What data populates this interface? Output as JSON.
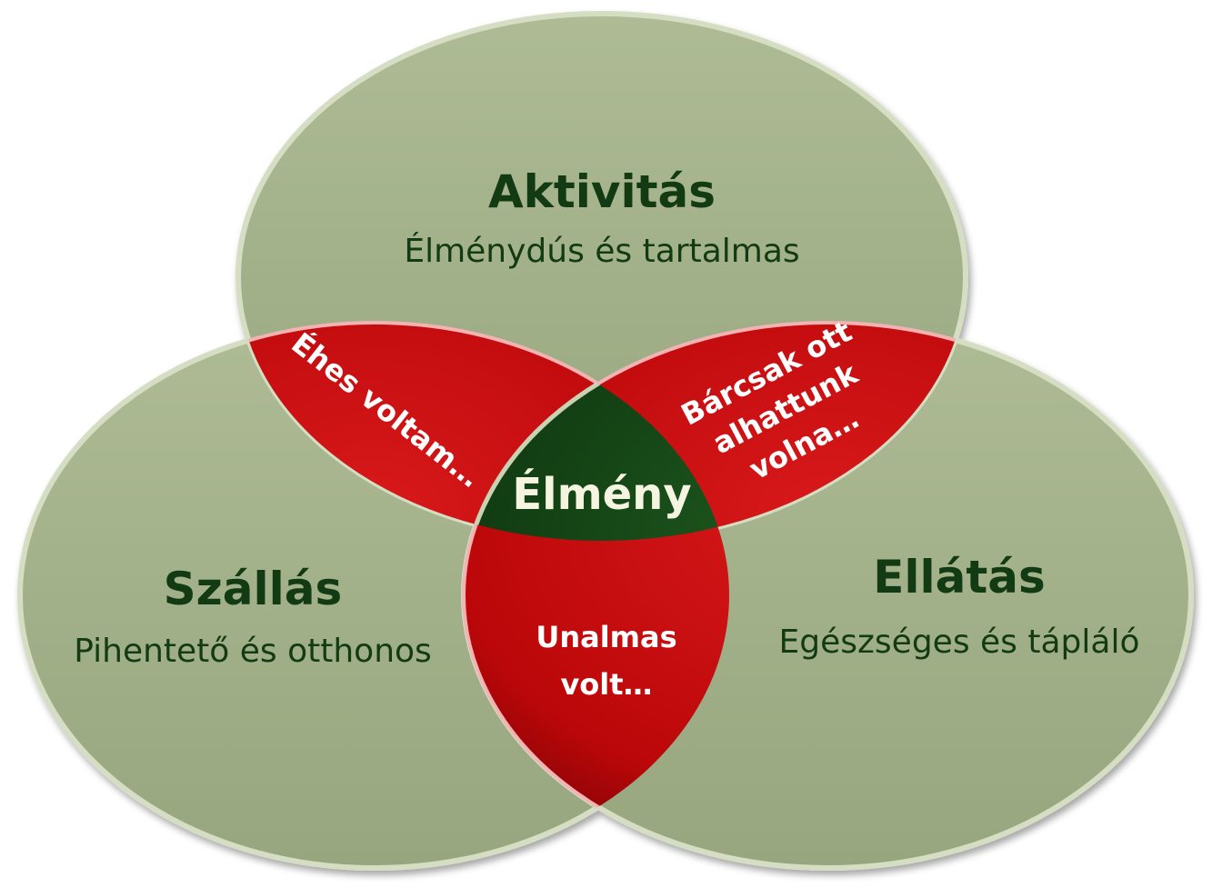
{
  "diagram": {
    "colors": {
      "circle_fill": "#a3b18a",
      "circle_stroke": "#c9d3b3",
      "set_text": "#133b13",
      "overlap_fill": "#c4090c",
      "overlap_text": "#ffffff",
      "center_fill": "#0f3d10",
      "center_text": "#f4f4e0"
    },
    "sets": {
      "top": {
        "title": "Aktivitás",
        "subtitle": "Élménydús és tartalmas"
      },
      "left": {
        "title": "Szállás",
        "subtitle": "Pihentető és otthonos"
      },
      "right": {
        "title": "Ellátás",
        "subtitle": "Egészséges és tápláló"
      }
    },
    "overlaps": {
      "top_left": {
        "lines": [
          "Éhes voltam…"
        ]
      },
      "top_right": {
        "lines": [
          "Bárcsak ott",
          "alhattunk",
          "volna…"
        ]
      },
      "bottom": {
        "lines": [
          "Unalmas",
          "volt…"
        ]
      }
    },
    "center": {
      "label": "Élmény"
    }
  }
}
